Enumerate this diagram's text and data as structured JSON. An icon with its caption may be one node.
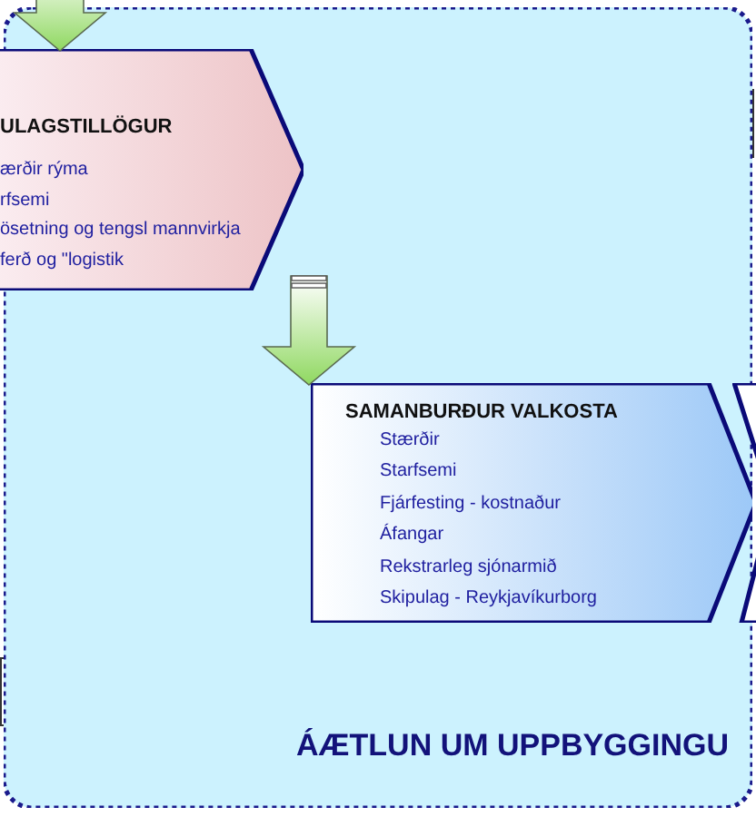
{
  "diagram": {
    "nodes": [
      {
        "text": [
          "ÁÆTLUN UM UPPBYGGINGU"
        ]
      },
      {
        "text": [
          "ULAGSTILLÖGUR",
          "ærðir rýma",
          "rfsemi",
          "ösetning og tengsl mannvirkja",
          "ferð og \"logistik"
        ]
      },
      {
        "text": [
          "SAMANBURÐUR VALKOSTA",
          "Stærðir",
          "Starfsemi",
          "Fjárfesting - kostnaður",
          "Áfangar",
          "Rekstrarleg sjónarmið",
          "Skipulag - Reykjavíkurborg"
        ],
        "in": 0
      },
      {
        "text": [],
        "shape": "chevron"
      }
    ],
    "edges": [
      {
        "from": null,
        "to": 1,
        "arrow": "to"
      },
      {
        "from": 1,
        "to": 2,
        "arrow": "to"
      }
    ]
  }
}
